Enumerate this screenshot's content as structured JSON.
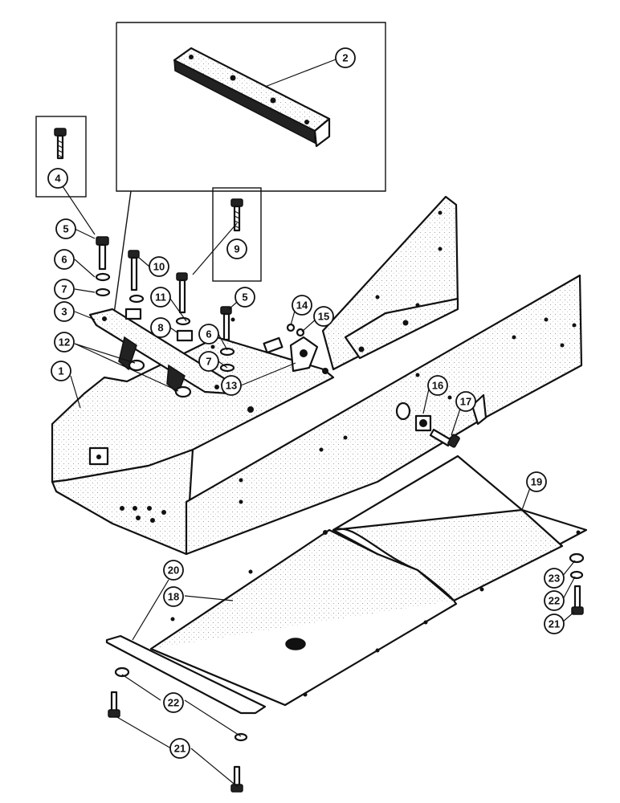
{
  "callouts": [
    {
      "id": "c2",
      "label": "2"
    },
    {
      "id": "c4",
      "label": "4"
    },
    {
      "id": "c5a",
      "label": "5"
    },
    {
      "id": "c6a",
      "label": "6"
    },
    {
      "id": "c7a",
      "label": "7"
    },
    {
      "id": "c3",
      "label": "3"
    },
    {
      "id": "c12",
      "label": "12"
    },
    {
      "id": "c1",
      "label": "1"
    },
    {
      "id": "c10",
      "label": "10"
    },
    {
      "id": "c9",
      "label": "9"
    },
    {
      "id": "c11",
      "label": "11"
    },
    {
      "id": "c8",
      "label": "8"
    },
    {
      "id": "c5b",
      "label": "5"
    },
    {
      "id": "c6b",
      "label": "6"
    },
    {
      "id": "c7b",
      "label": "7"
    },
    {
      "id": "c14",
      "label": "14"
    },
    {
      "id": "c15",
      "label": "15"
    },
    {
      "id": "c13",
      "label": "13"
    },
    {
      "id": "c16",
      "label": "16"
    },
    {
      "id": "c17",
      "label": "17"
    },
    {
      "id": "c19",
      "label": "19"
    },
    {
      "id": "c20",
      "label": "20"
    },
    {
      "id": "c18",
      "label": "18"
    },
    {
      "id": "c23",
      "label": "23"
    },
    {
      "id": "c22a",
      "label": "22"
    },
    {
      "id": "c21a",
      "label": "21"
    },
    {
      "id": "c22b",
      "label": "22"
    },
    {
      "id": "c21b",
      "label": "21"
    }
  ]
}
